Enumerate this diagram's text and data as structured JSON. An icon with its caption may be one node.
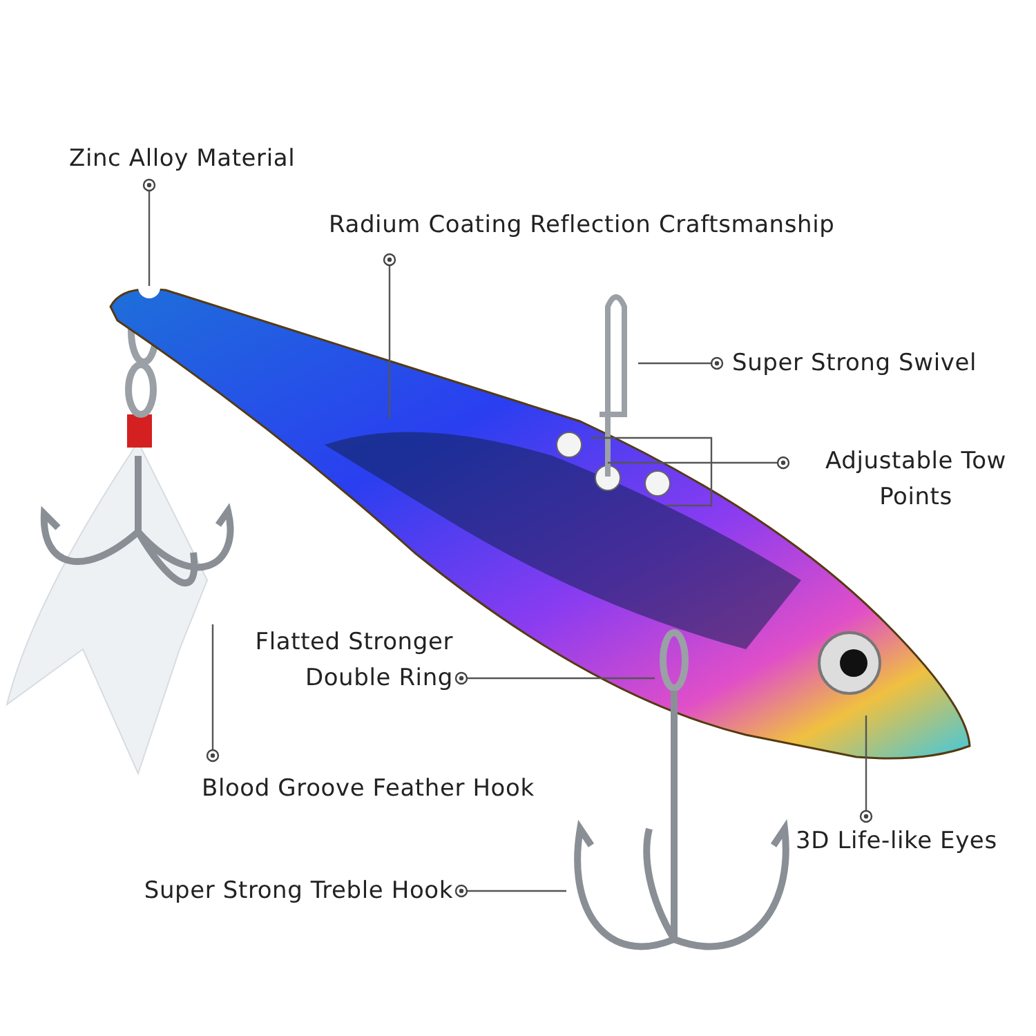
{
  "diagram": {
    "nodes": [
      {
        "text": [
          "Zinc Alloy Material"
        ]
      },
      {
        "text": [
          "Radium Coating Reflection Craftsmanship"
        ]
      },
      {
        "text": [
          "Super Strong Swivel"
        ]
      },
      {
        "text": [
          "Adjustable Tow Points"
        ]
      },
      {
        "text": [
          "Flatted Stronger Double Ring"
        ]
      },
      {
        "text": [
          "Blood Groove Feather Hook"
        ]
      },
      {
        "text": [
          "3D Life-like Eyes"
        ]
      },
      {
        "text": [
          "Super Strong Treble Hook"
        ]
      }
    ],
    "edges": [
      {
        "from": 0,
        "to": null,
        "arrow": "other"
      },
      {
        "from": 1,
        "to": null,
        "arrow": "other"
      },
      {
        "from": 2,
        "to": null,
        "arrow": "other"
      },
      {
        "from": 3,
        "to": null,
        "arrow": "other"
      },
      {
        "from": 4,
        "to": null,
        "arrow": "other"
      },
      {
        "from": 5,
        "to": null,
        "arrow": "other"
      },
      {
        "from": 6,
        "to": null,
        "arrow": "other"
      },
      {
        "from": 7,
        "to": null,
        "arrow": "other"
      }
    ]
  }
}
